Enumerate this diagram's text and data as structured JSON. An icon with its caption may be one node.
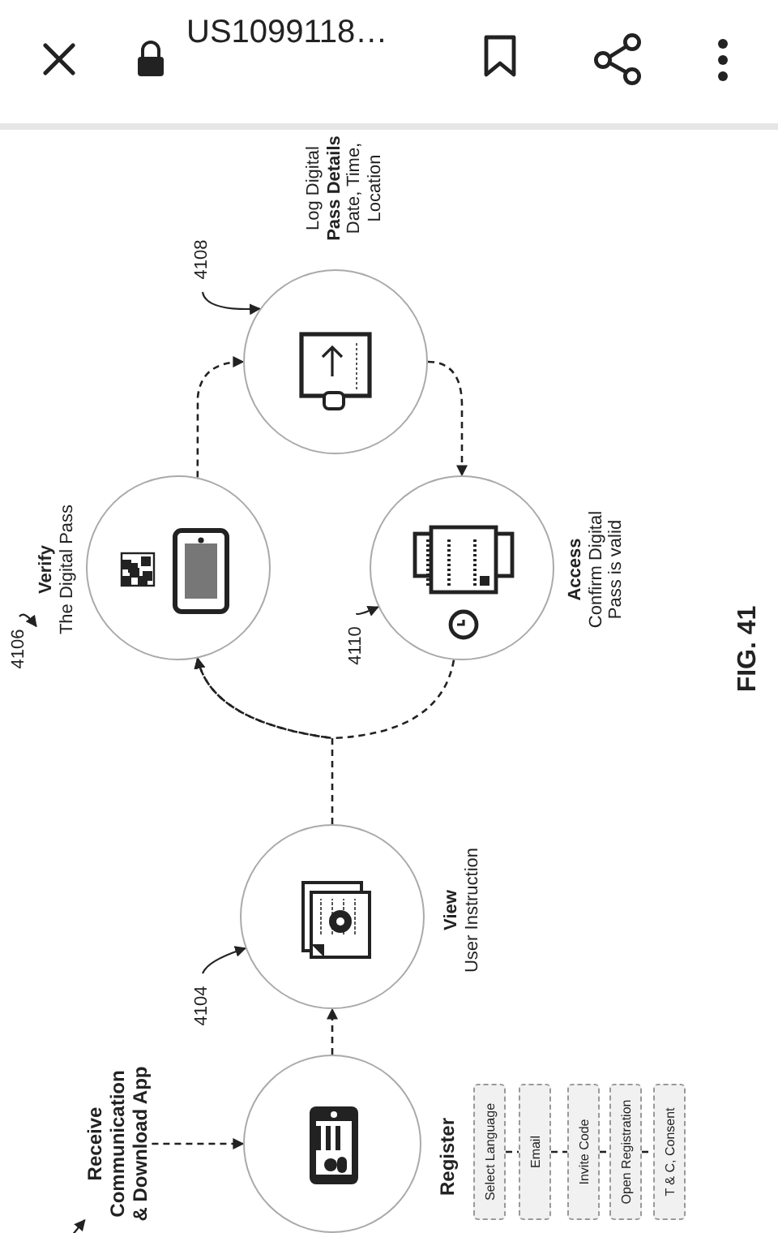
{
  "diagram": {
    "nodes": [
      {
        "text": [
          "Receive Communication & Download App"
        ]
      },
      {
        "text": [
          "Register"
        ]
      },
      {
        "text": [
          "Select Language"
        ]
      },
      {
        "text": [
          "Email"
        ]
      },
      {
        "text": [
          "Invite Code"
        ]
      },
      {
        "text": [
          "Open Registration"
        ]
      },
      {
        "text": [
          "T & C, Consent"
        ]
      },
      {
        "text": [
          "View",
          "User Instruction"
        ]
      },
      {
        "text": [
          "Verify",
          "The Digital Pass"
        ]
      },
      {
        "text": [
          "Log Digital **Pass Details**",
          "Date, Time, Location"
        ]
      },
      {
        "text": [
          "Access",
          "Confirm Digital Pass is valid"
        ]
      },
      {
        "text": [
          "4104"
        ]
      },
      {
        "text": [
          "4106"
        ]
      },
      {
        "text": [
          "4108"
        ]
      },
      {
        "text": [
          "4110"
        ]
      }
    ],
    "edges": [
      {
        "from": 0,
        "to": 1,
        "arrow": "to",
        "style": "dashed"
      },
      {
        "from": 1,
        "to": 7,
        "arrow": "to",
        "style": "dashed"
      },
      {
        "from": 7,
        "to": 8,
        "arrow": "to",
        "style": "dashed"
      },
      {
        "from": 10,
        "to": 8,
        "arrow": "to",
        "style": "dashed"
      },
      {
        "from": 8,
        "to": 9,
        "arrow": "to",
        "style": "dashed"
      },
      {
        "from": 9,
        "to": 10,
        "arrow": "to",
        "style": "dashed"
      },
      {
        "from": 2,
        "to": 3,
        "arrow": "none",
        "style": "dashed"
      },
      {
        "from": 3,
        "to": 4,
        "arrow": "none",
        "style": "dashed"
      },
      {
        "from": 4,
        "to": 5,
        "arrow": "none",
        "style": "dashed"
      },
      {
        "from": 5,
        "to": 6,
        "arrow": "none",
        "style": "dashed"
      },
      {
        "from": 11,
        "to": 7,
        "arrow": "to"
      },
      {
        "from": 12,
        "to": 8,
        "arrow": "to"
      },
      {
        "from": 13,
        "to": 9,
        "arrow": "to"
      },
      {
        "from": 14,
        "to": 10,
        "arrow": "to"
      },
      {
        "from": null,
        "to": 0,
        "arrow": "to"
      }
    ],
    "labels": [
      "US1099118…",
      "FIG. 41"
    ]
  }
}
